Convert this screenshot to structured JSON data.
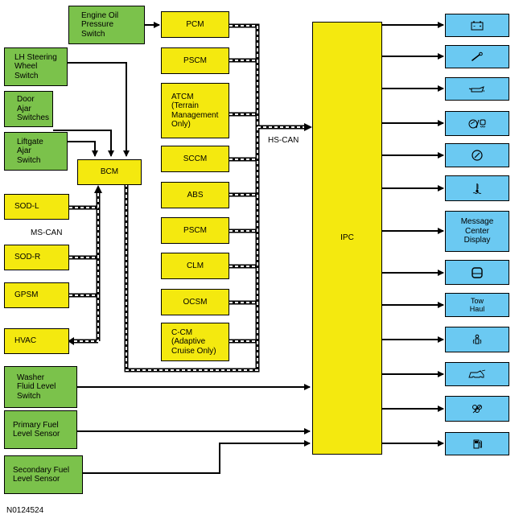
{
  "inputs": {
    "engine_oil": "Engine Oil\nPressure\nSwitch",
    "lh_steering": "LH Steering\nWheel\nSwitch",
    "door_ajar": "Door\nAjar\nSwitches",
    "liftgate_ajar": "Liftgate\nAjar\nSwitch",
    "washer_fluid": "Washer\nFluid Level\nSwitch",
    "primary_fuel": "Primary Fuel\nLevel Sensor",
    "secondary_fuel": "Secondary Fuel\nLevel Sensor"
  },
  "modules": {
    "bcm": "BCM",
    "sod_l": "SOD-L",
    "sod_r": "SOD-R",
    "gpsm": "GPSM",
    "hvac": "HVAC",
    "pcm": "PCM",
    "pscm1": "PSCM",
    "atcm": "ATCM\n(Terrain\nManagement\nOnly)",
    "sccm": "SCCM",
    "abs": "ABS",
    "pscm2": "PSCM",
    "clm": "CLM",
    "ocsm": "OCSM",
    "ccm": "C-CM\n(Adaptive\nCruise Only)",
    "ipc": "IPC"
  },
  "buses": {
    "ms_can": "MS-CAN",
    "hs_can": "HS-CAN"
  },
  "outputs": {
    "message_center": "Message\nCenter\nDisplay",
    "tow_haul": "Tow\nHaul"
  },
  "icons": [
    "battery-icon",
    "wrench-icon",
    "oil-can-icon",
    "abs-traction-icon",
    "speed-control-icon",
    "coolant-temp-icon",
    "four-wheel-drive-icon",
    "airbag-icon",
    "liftgate-ajar-icon",
    "seatbelt-icon",
    "fuel-pump-icon"
  ],
  "figure_id": "N0124524"
}
